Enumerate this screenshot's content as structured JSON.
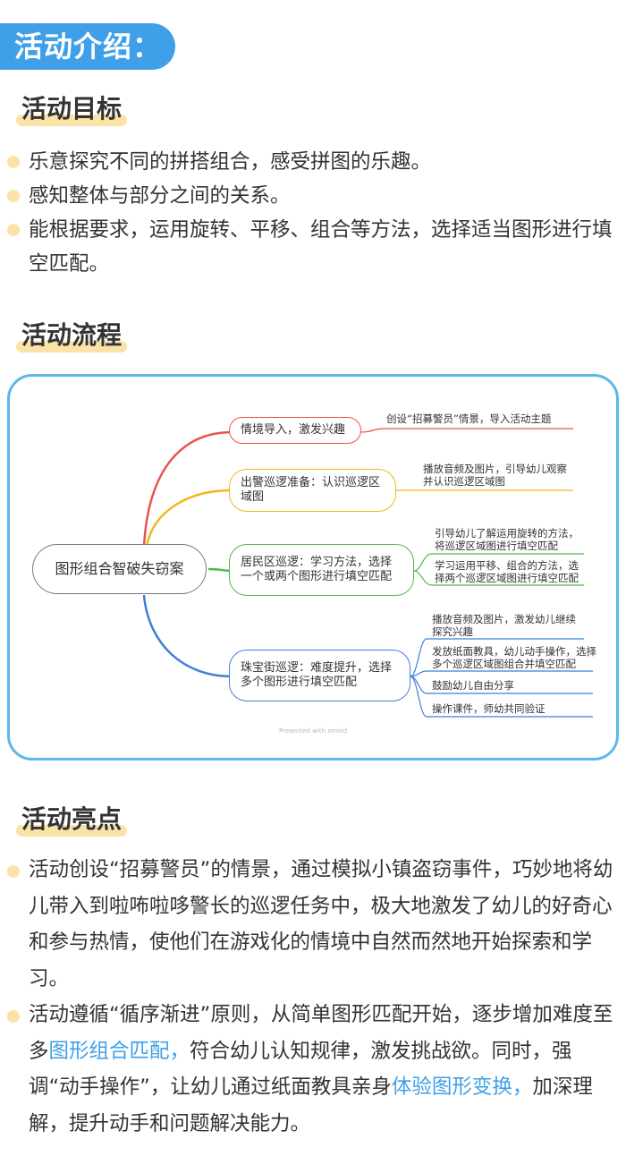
{
  "header": {
    "banner": "活动介绍："
  },
  "goals": {
    "title": "活动目标",
    "items": [
      "乐意探究不同的拼搭组合，感受拼图的乐趣。",
      "感知整体与部分之间的关系。",
      "能根据要求，运用旋转、平移、组合等方法，选择适当图形进行填空匹配。"
    ]
  },
  "flow": {
    "title": "活动流程",
    "mindmap": {
      "root": "图形组合智破失窃案",
      "branches": [
        {
          "label": "情境导入，激发兴趣",
          "color": "#e9524a",
          "leaves": [
            "创设“招募警员”情景，导入活动主题"
          ]
        },
        {
          "label": "出警巡逻准备：认识巡逻区域图",
          "color": "#f3b61b",
          "leaves": [
            "播放音频及图片，引导幼儿观察并认识巡逻区域图"
          ]
        },
        {
          "label": "居民区巡逻：学习方法，选择一个或两个图形进行填空匹配",
          "color": "#50b848",
          "leaves": [
            "引导幼儿了解运用旋转的方法，将巡逻区域图进行填空匹配",
            "学习运用平移、组合的方法，选择两个巡逻区域图进行填空匹配"
          ]
        },
        {
          "label": "珠宝街巡逻：难度提升，选择多个图形进行填空匹配",
          "color": "#3f7fd4",
          "leaves": [
            "播放音频及图片，激发幼儿继续探究兴趣",
            "发放纸面教具，幼儿动手操作，选择多个巡逻区域图组合并填空匹配",
            "鼓励幼儿自由分享",
            "操作课件，师幼共同验证"
          ]
        }
      ],
      "watermark": "Presented with xmind"
    }
  },
  "highlights": {
    "title": "活动亮点",
    "items": [
      {
        "parts": [
          {
            "text": "活动创设“招募警员”的情景，通过模拟小镇盗窃事件，巧妙地将幼儿带入到啦咘啦哆警长的巡逻任务中，极大地激发了幼儿的好奇心和参与热情，使他们在游戏化的情境中自然而然地开始探索和学习。",
            "accent": false
          }
        ]
      },
      {
        "parts": [
          {
            "text": "活动遵循“循序渐进”原则，从简单图形匹配开始，逐步增加难度至多",
            "accent": false
          },
          {
            "text": "图形组合匹配，",
            "accent": true
          },
          {
            "text": "符合幼儿认知规律，激发挑战欲。同时，强调“动手操作”，让幼儿通过纸面教具亲身",
            "accent": false
          },
          {
            "text": "体验图形变换，",
            "accent": true
          },
          {
            "text": "加深理解，提升动手和问题解决能力。",
            "accent": false
          }
        ]
      }
    ]
  },
  "colors": {
    "accent": "#3f9fe8",
    "highlight": "#fbe3a8",
    "frame": "#5cb7ea"
  }
}
